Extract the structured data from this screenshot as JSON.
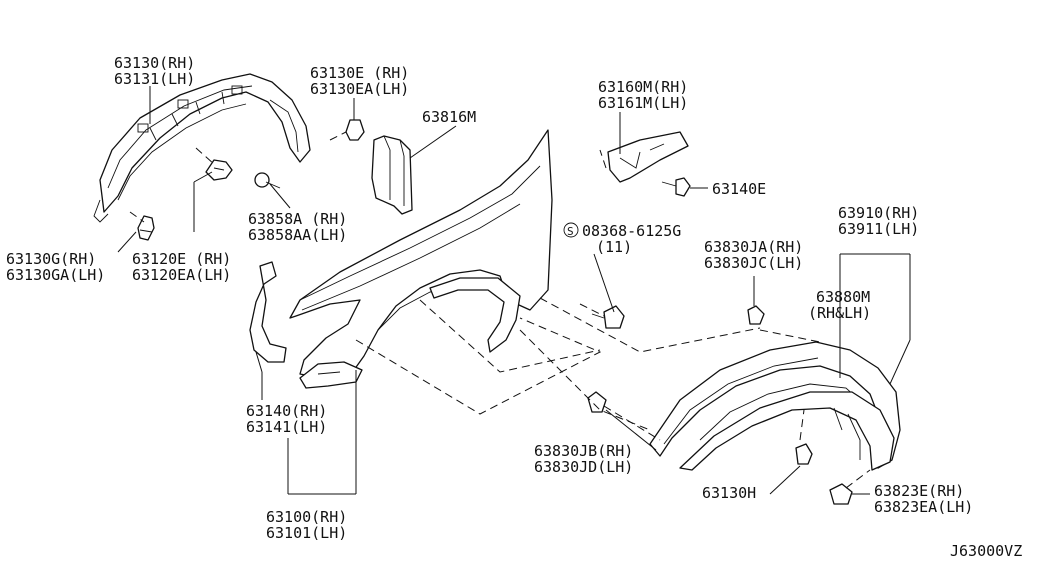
{
  "labels": {
    "l63130": "63130(RH)",
    "l63131": "63131(LH)",
    "l63130e": "63130E (RH)",
    "l63130ea": "63130EA(LH)",
    "l63816m": "63816M",
    "l63160m": "63160M(RH)",
    "l63161m": "63161M(LH)",
    "l63140e": "63140E",
    "l63858a": "63858A (RH)",
    "l63858aa": "63858AA(LH)",
    "l63130g": "63130G(RH)",
    "l63130ga": "63130GA(LH)",
    "l63120e": "63120E (RH)",
    "l63120ea": "63120EA(LH)",
    "l08368": "08368-6125G",
    "l08368qty": "(11)",
    "l08368sym": "S",
    "l63830ja": "63830JA(RH)",
    "l63830jc": "63830JC(LH)",
    "l63910": "63910(RH)",
    "l63911": "63911(LH)",
    "l63880m": "63880M",
    "l63880side": "(RH&LH)",
    "l63140": "63140(RH)",
    "l63141": "63141(LH)",
    "l63830jb": "63830JB(RH)",
    "l63830jd": "63830JD(LH)",
    "l63130h": "63130H",
    "l63823e": "63823E(RH)",
    "l63823ea": "63823EA(LH)",
    "l63100": "63100(RH)",
    "l63101": "63101(LH)",
    "diagram_code": "J63000VZ"
  }
}
